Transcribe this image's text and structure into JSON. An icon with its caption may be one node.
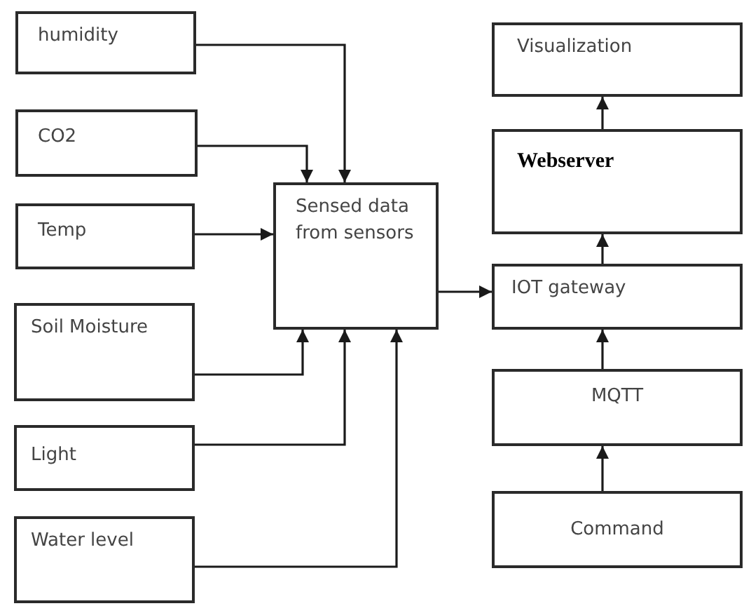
{
  "diagram": {
    "nodes": [
      {
        "text": [
          "humidity"
        ]
      },
      {
        "text": [
          "CO2"
        ]
      },
      {
        "text": [
          "Temp"
        ]
      },
      {
        "text": [
          "Soil Moisture"
        ]
      },
      {
        "text": [
          "Light"
        ]
      },
      {
        "text": [
          "Water level"
        ]
      },
      {
        "text": [
          "Sensed data from sensors"
        ]
      },
      {
        "text": [
          "Visualization"
        ]
      },
      {
        "text": [
          "Webserver"
        ]
      },
      {
        "text": [
          "IOT gateway"
        ]
      },
      {
        "text": [
          "MQTT"
        ]
      },
      {
        "text": [
          "Command"
        ]
      }
    ],
    "edges": [
      {
        "from": 0,
        "to": 6,
        "arrow": "to"
      },
      {
        "from": 1,
        "to": 6,
        "arrow": "to"
      },
      {
        "from": 2,
        "to": 6,
        "arrow": "to"
      },
      {
        "from": 3,
        "to": 6,
        "arrow": "to"
      },
      {
        "from": 4,
        "to": 6,
        "arrow": "to"
      },
      {
        "from": 5,
        "to": 6,
        "arrow": "to"
      },
      {
        "from": 6,
        "to": 9,
        "arrow": "to"
      },
      {
        "from": 9,
        "to": 8,
        "arrow": "to"
      },
      {
        "from": 8,
        "to": 7,
        "arrow": "to"
      },
      {
        "from": 10,
        "to": 9,
        "arrow": "to"
      },
      {
        "from": 11,
        "to": 10,
        "arrow": "to"
      }
    ]
  }
}
